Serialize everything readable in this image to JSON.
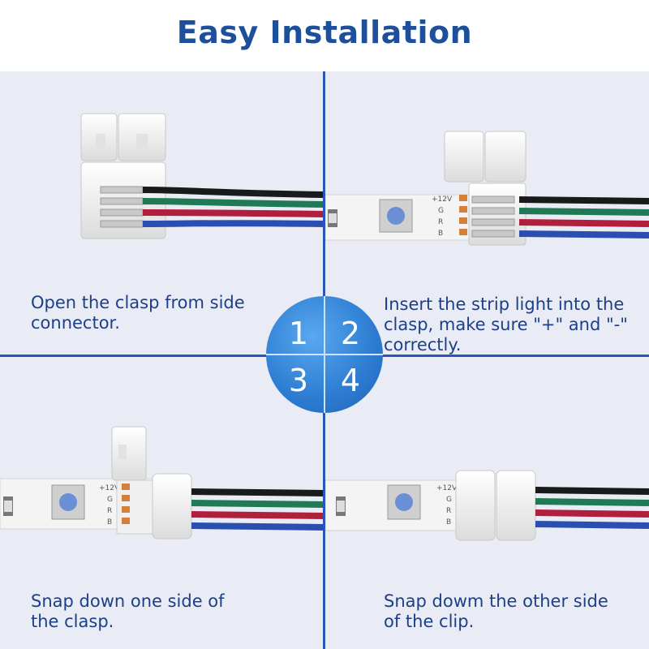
{
  "title": "Easy Installation",
  "steps": [
    {
      "number": "1",
      "caption_line1": "Open the clasp from side",
      "caption_line2": "connector."
    },
    {
      "number": "2",
      "caption_line1": "Insert the strip light into the",
      "caption_line2": "clasp, make sure \"+\" and \"-\"",
      "caption_line3": "correctly."
    },
    {
      "number": "3",
      "caption_line1": "Snap down one side of",
      "caption_line2": "the clasp."
    },
    {
      "number": "4",
      "caption_line1": "Snap dowm the other side",
      "caption_line2": "of the clip."
    }
  ],
  "strip_labels": {
    "v": "+12V",
    "g": "G",
    "r": "R",
    "b": "B"
  },
  "colors": {
    "title": "#1d4f9a",
    "divider": "#2b55b8",
    "caption": "#1c3f8a",
    "badge": "#2f7fd4",
    "wire_black": "#1a1a1a",
    "wire_green": "#1f7a55",
    "wire_red": "#b0203c",
    "wire_blue": "#2a4fb0"
  }
}
